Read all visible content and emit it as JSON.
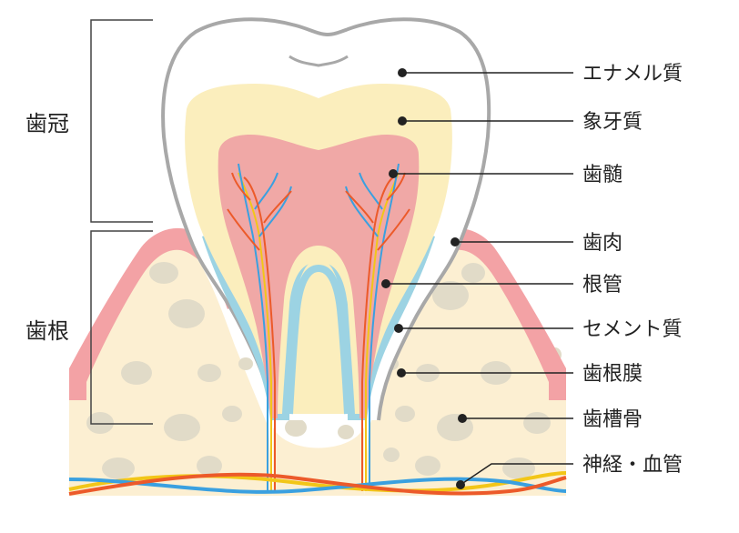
{
  "side_labels": {
    "crown": "歯冠",
    "root": "歯根"
  },
  "labels": [
    {
      "id": "enamel",
      "text": "エナメル質"
    },
    {
      "id": "dentin",
      "text": "象牙質"
    },
    {
      "id": "pulp",
      "text": "歯髄"
    },
    {
      "id": "gum",
      "text": "歯肉"
    },
    {
      "id": "root-canal",
      "text": "根管"
    },
    {
      "id": "cementum",
      "text": "セメント質"
    },
    {
      "id": "periodontal-ligament",
      "text": "歯根膜"
    },
    {
      "id": "alveolar-bone",
      "text": "歯槽骨"
    },
    {
      "id": "nerve-vessels",
      "text": "神経・血管"
    }
  ],
  "colors": {
    "enamel_outline": "#a8a8a8",
    "dentin": "#fbeebd",
    "pulp": "#f0a8a6",
    "gum": "#f3a2a5",
    "cementum": "#9cd3e3",
    "bone": "#fcefd2",
    "bone_spots": "#e1dbc8",
    "nerve_blue": "#3aa0e0",
    "nerve_red": "#ec5a2a",
    "nerve_yellow": "#f2c618"
  }
}
